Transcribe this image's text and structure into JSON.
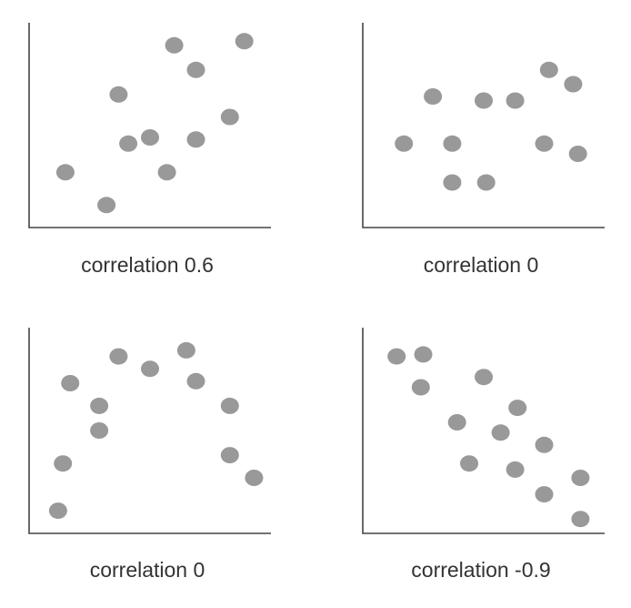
{
  "style": {
    "point_color": "#999999",
    "axis_color": "#444444",
    "caption_color": "#333333"
  },
  "chart_data": [
    {
      "type": "scatter",
      "caption": "correlation 0.6",
      "xlim": [
        0,
        1
      ],
      "ylim": [
        0,
        1
      ],
      "grid": false,
      "x": [
        0.15,
        0.32,
        0.41,
        0.57,
        0.69,
        0.83,
        0.5,
        0.6,
        0.37,
        0.69,
        0.89
      ],
      "y": [
        0.27,
        0.11,
        0.41,
        0.27,
        0.43,
        0.54,
        0.44,
        0.89,
        0.65,
        0.77,
        0.91
      ]
    },
    {
      "type": "scatter",
      "caption": "correlation 0",
      "xlim": [
        0,
        1
      ],
      "ylim": [
        0,
        1
      ],
      "grid": false,
      "x": [
        0.17,
        0.37,
        0.37,
        0.51,
        0.29,
        0.5,
        0.63,
        0.75,
        0.77,
        0.87,
        0.89
      ],
      "y": [
        0.41,
        0.41,
        0.22,
        0.22,
        0.64,
        0.62,
        0.62,
        0.41,
        0.77,
        0.7,
        0.36
      ]
    },
    {
      "type": "scatter",
      "caption": "correlation 0",
      "xlim": [
        0,
        1
      ],
      "ylim": [
        0,
        1
      ],
      "grid": false,
      "x": [
        0.12,
        0.14,
        0.17,
        0.29,
        0.29,
        0.37,
        0.5,
        0.65,
        0.69,
        0.83,
        0.83,
        0.93
      ],
      "y": [
        0.11,
        0.34,
        0.73,
        0.5,
        0.62,
        0.86,
        0.8,
        0.89,
        0.74,
        0.62,
        0.38,
        0.27
      ]
    },
    {
      "type": "scatter",
      "caption": "correlation -0.9",
      "xlim": [
        0,
        1
      ],
      "ylim": [
        0,
        1
      ],
      "grid": false,
      "x": [
        0.14,
        0.24,
        0.25,
        0.39,
        0.44,
        0.5,
        0.57,
        0.63,
        0.64,
        0.75,
        0.75,
        0.9,
        0.9
      ],
      "y": [
        0.86,
        0.71,
        0.87,
        0.54,
        0.34,
        0.76,
        0.49,
        0.31,
        0.61,
        0.43,
        0.19,
        0.27,
        0.07
      ]
    }
  ]
}
